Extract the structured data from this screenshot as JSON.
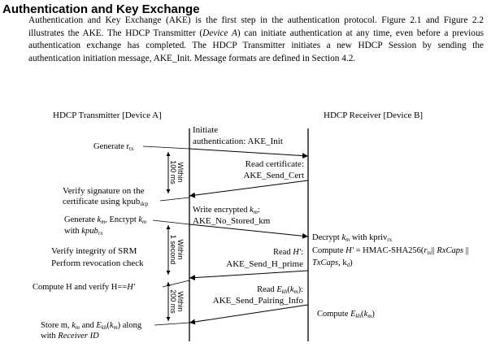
{
  "section": {
    "title": "Authentication and Key Exchange",
    "p1": "Authentication and Key Exchange (AKE) is the first step in the authentication protocol. Figure 2.1 and Figure 2.2 illustrates the AKE.  The HDCP Transmitter (",
    "p1_italic": "Device A",
    "p2": ") can initiate authentication at any time, even before a previous authentication exchange has completed.  The HDCP Transmitter initiates a new HDCP Session by sending the authentication initiation message, AKE_Init. Message formats are defined in Section 4.2."
  },
  "diagram": {
    "tx_header": "HDCP Transmitter [Device A]",
    "rx_header": "HDCP Receiver [Device B]",
    "timers": {
      "t1a": "Within",
      "t1b": "100 ms",
      "t2a": "Within",
      "t2b": "1 second",
      "t3a": "Within",
      "t3b": "200 ms"
    },
    "left": {
      "gen_rtx": "Generate r",
      "gen_rtx_sub": "tx",
      "verify1": "Verify signature on the",
      "verify2": "certificate using kpub",
      "verify2_sub": "dcp",
      "genkm1a": "Generate ",
      "genkm1b": "k",
      "genkm1b_sub": "m",
      "genkm1c": ", Encrypt ",
      "genkm1d": "k",
      "genkm1d_sub": "m",
      "genkm2a": "with ",
      "genkm2b": "kpub",
      "genkm2b_sub": "rx",
      "srm1": "Verify integrity of SRM",
      "srm2": "Perform revocation check",
      "computeH": "Compute H and verify H==",
      "computeH_it": "H'",
      "store1a": "Store m, ",
      "store1b": "k",
      "store1b_sub": "m",
      "store1c": " and ",
      "store1d": "E",
      "store1d_sub": "kh",
      "store1e": "(",
      "store1f": "k",
      "store1f_sub": "m",
      "store1g": ") along",
      "store2a": "with ",
      "store2b": "Receiver ID"
    },
    "msgs": {
      "init1": "Initiate",
      "init2": "authentication: AKE_Init",
      "cert1": "Read certificate:",
      "cert2": "AKE_Send_Cert",
      "write1a": "Write encrypted ",
      "write1b": "k",
      "write1b_sub": "m",
      "write1c": ":",
      "write2": "AKE_No_Stored_km",
      "readh1a": "Read ",
      "readh1b": "H'",
      "readh1c": ":",
      "readh2": "AKE_Send_H_prime",
      "readekh1a": "Read ",
      "readekh1b": "E",
      "readekh1b_sub": "kh",
      "readekh1c": "(",
      "readekh1d": "k",
      "readekh1d_sub": "m",
      "readekh1e": "):",
      "readekh2": "AKE_Send_Pairing_Info"
    },
    "right": {
      "decrypt_a": "Decrypt ",
      "decrypt_b": "k",
      "decrypt_b_sub": "m",
      "decrypt_c": " with kpriv",
      "decrypt_c_sub": "rx",
      "compute_a": "Compute ",
      "compute_b": "H'",
      "compute_c": " = HMAC-SHA256(",
      "compute_d": "r",
      "compute_d_sub": "tx",
      "compute_e": "|| ",
      "compute_f": "RxCaps",
      "compute_g": " ||",
      "compute2a": "TxCaps",
      "compute2b": ", k",
      "compute2b_sub": "d",
      "compute2c": ")",
      "ekh_a": "Compute ",
      "ekh_b": "E",
      "ekh_b_sub": "kh",
      "ekh_c": "(",
      "ekh_d": "k",
      "ekh_d_sub": "m",
      "ekh_e": ")"
    }
  }
}
